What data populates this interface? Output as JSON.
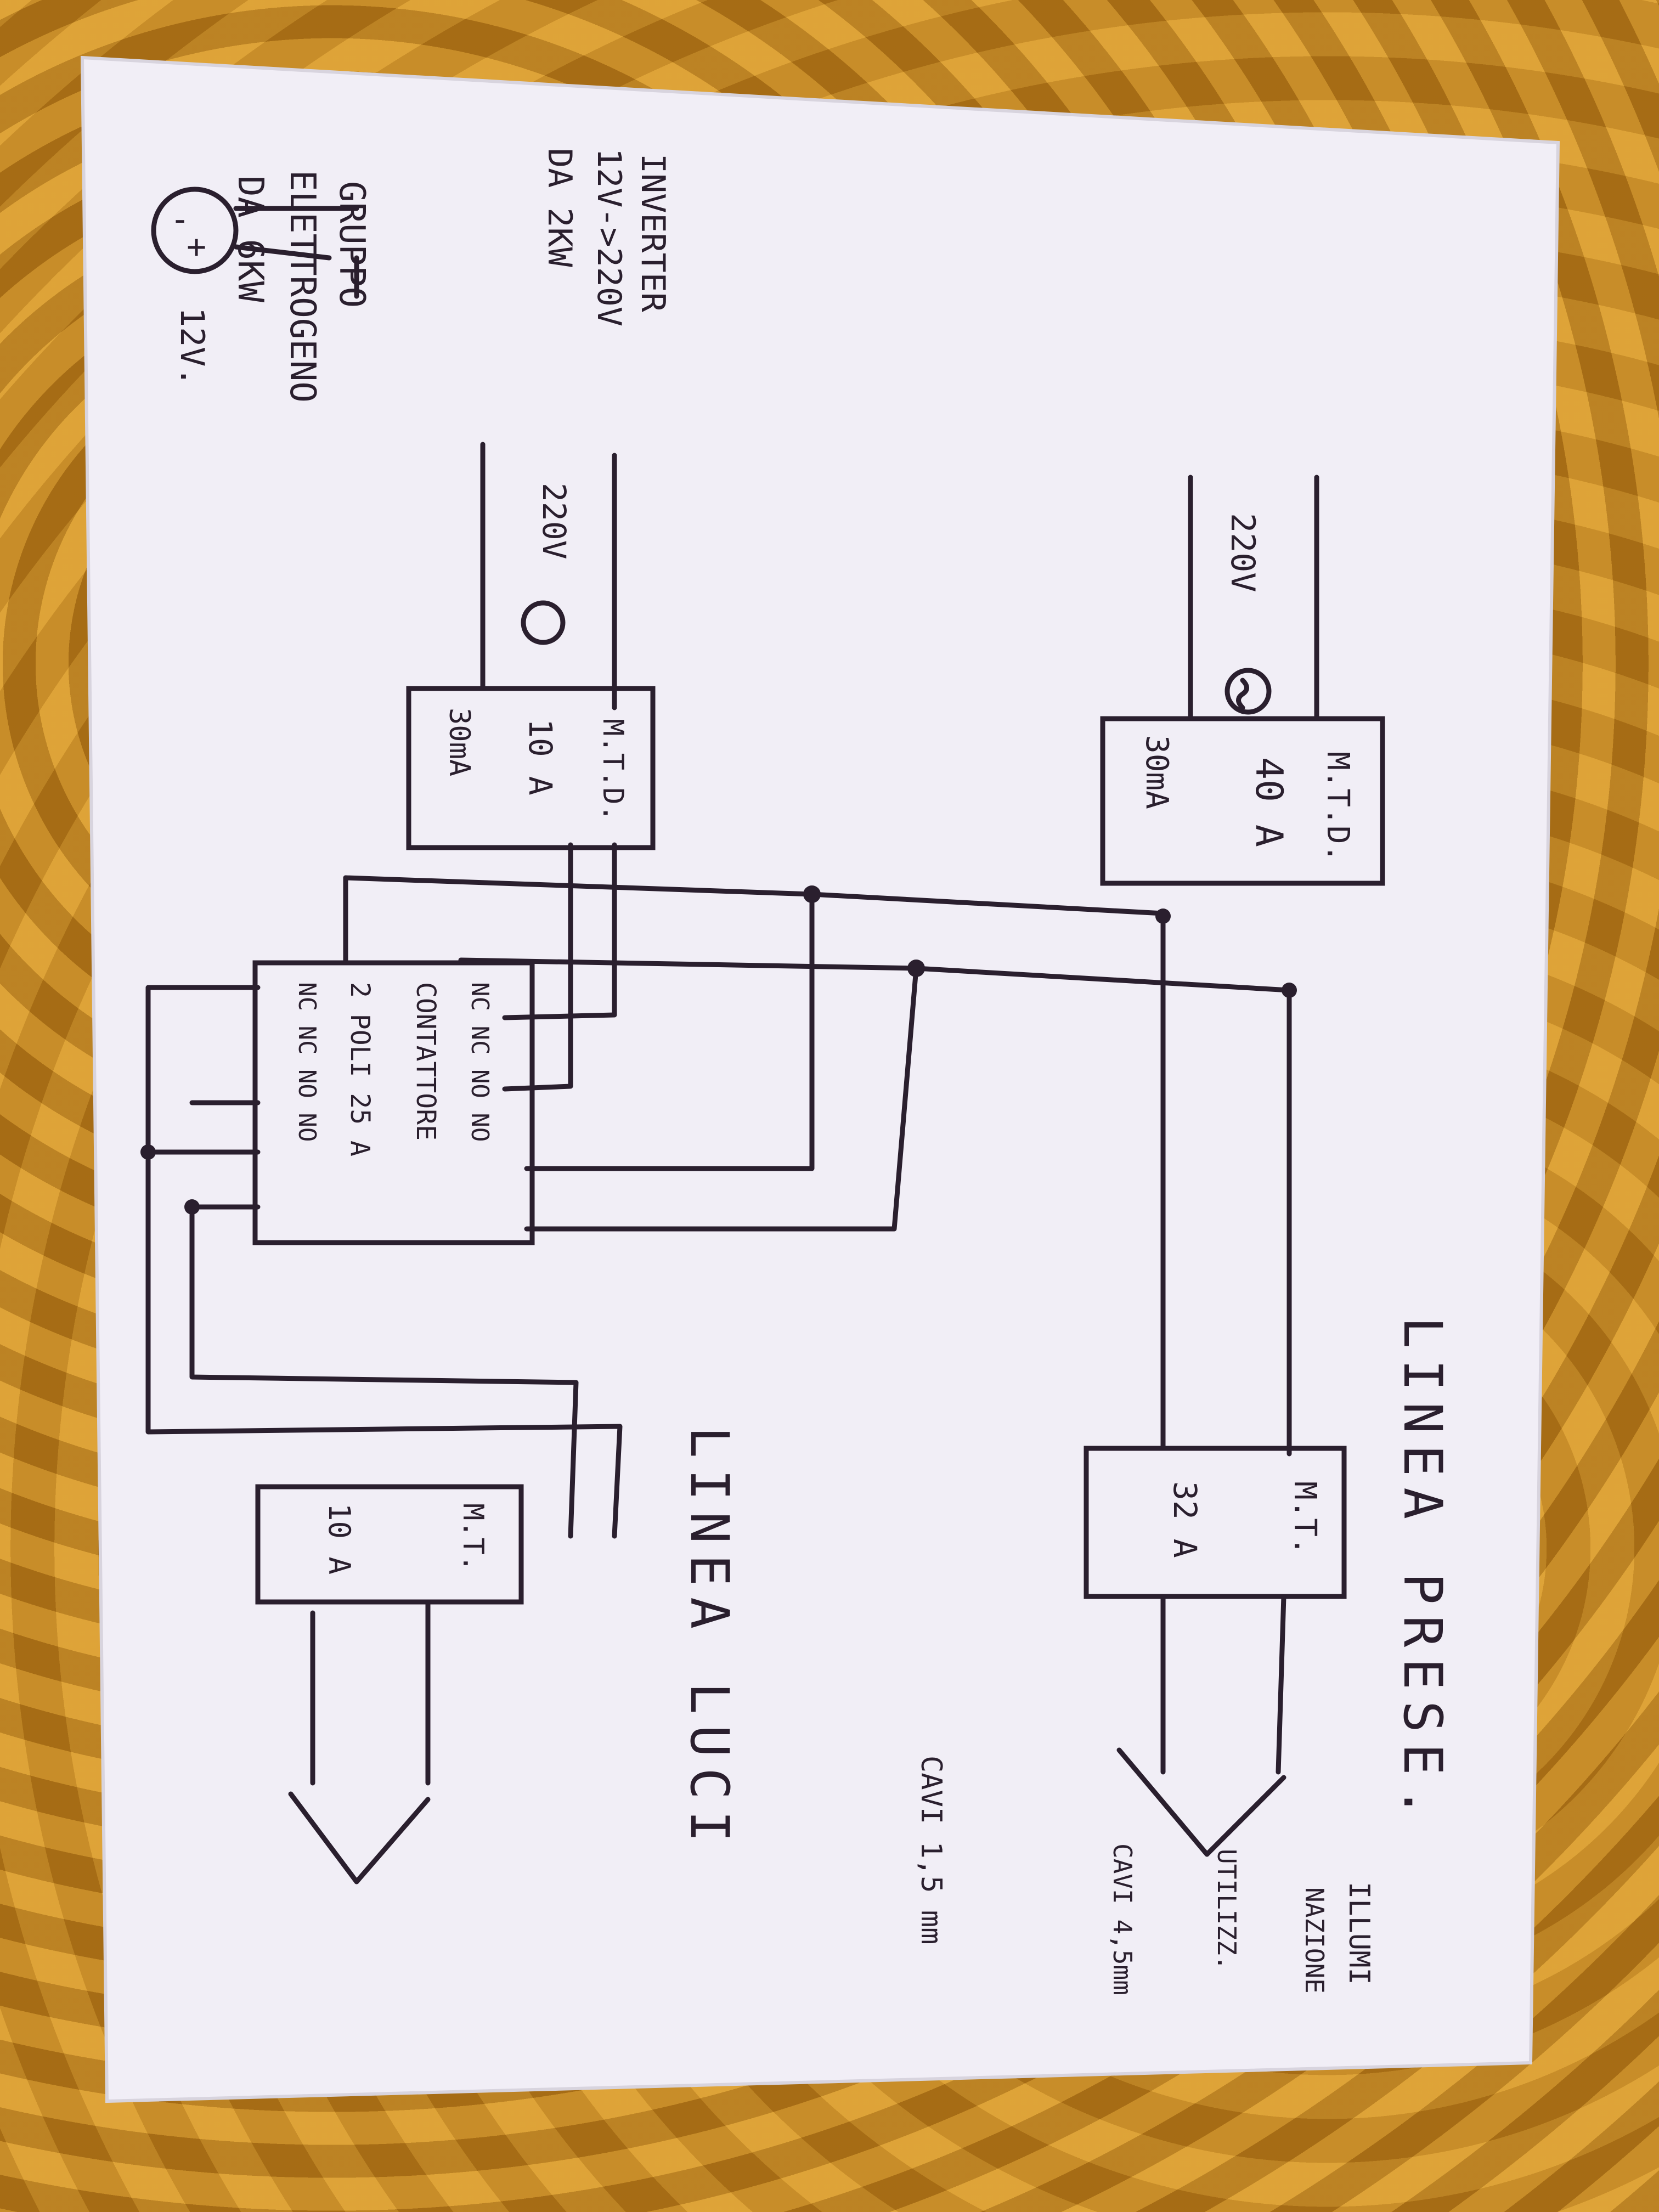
{
  "sources": {
    "generator": {
      "line1": "GRUPPO",
      "line2": "ELETTROGENO",
      "line3": "DA 6KW",
      "voltage": "220V"
    },
    "inverter": {
      "line1": "INVERTER",
      "line2": "12V->220V",
      "line3": "DA 2KW",
      "voltage": "220V"
    },
    "battery": {
      "plus": "+",
      "minus": "-",
      "label": "12V."
    }
  },
  "breakers": {
    "mtd_generator": {
      "line1": "M.T.D.",
      "line2": "40 A",
      "line3": "30mA"
    },
    "mtd_inverter": {
      "line1": "M.T.D.",
      "line2": "10 A",
      "line3": "30mA"
    },
    "mt_prese": {
      "line1": "M.T.",
      "line2": "32 A"
    },
    "mt_luci": {
      "line1": "M.T.",
      "line2": "10 A"
    }
  },
  "contactor": {
    "row1": "NC NC  NO NO",
    "row2": "CONTATTORE",
    "row3": "2 POLI 25 A",
    "row4": "NC NC  NO NO"
  },
  "lines": {
    "prese": "LINEA PRESE.",
    "luci": "LINEA LUCI"
  },
  "outputs": {
    "utilizz": "UTILIZZ.",
    "cavi_prese": "CAVI 4,5mm",
    "illuminazione_1": "ILLUMI",
    "illuminazione_2": "NAZIONE",
    "cavi_luci": "CAVI 1,5 mm"
  }
}
